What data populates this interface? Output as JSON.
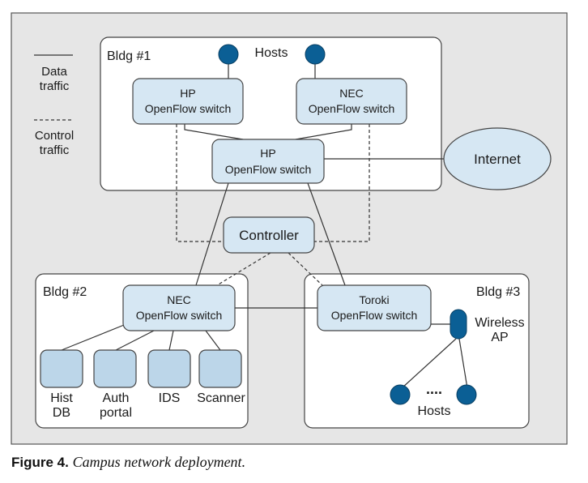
{
  "legend": {
    "data_traffic": [
      "Data",
      "traffic"
    ],
    "control_traffic": [
      "Control",
      "traffic"
    ]
  },
  "buildings": {
    "bldg1": "Bldg #1",
    "bldg2": "Bldg #2",
    "bldg3": "Bldg #3"
  },
  "nodes": {
    "hosts_top": "Hosts",
    "hp_switch_top": [
      "HP",
      "OpenFlow switch"
    ],
    "nec_switch_top": [
      "NEC",
      "OpenFlow switch"
    ],
    "hp_switch_core": [
      "HP",
      "OpenFlow switch"
    ],
    "internet": "Internet",
    "controller": "Controller",
    "nec_switch_bldg2": [
      "NEC",
      "OpenFlow switch"
    ],
    "toroki_switch": [
      "Toroki",
      "OpenFlow switch"
    ],
    "wireless_ap": [
      "Wireless",
      "AP"
    ],
    "hist_db": [
      "Hist",
      "DB"
    ],
    "auth_portal": [
      "Auth",
      "portal"
    ],
    "ids": "IDS",
    "scanner": "Scanner",
    "hosts_bldg3": "Hosts",
    "hosts_ellipsis": "...."
  },
  "caption": {
    "label": "Figure 4.",
    "text": "Campus network deployment."
  },
  "colors": {
    "panel_bg": "#e6e6e6",
    "box_fill": "#d6e7f3",
    "device_fill": "#bcd6e9",
    "host_fill": "#0b5f95",
    "stroke": "#333333"
  }
}
